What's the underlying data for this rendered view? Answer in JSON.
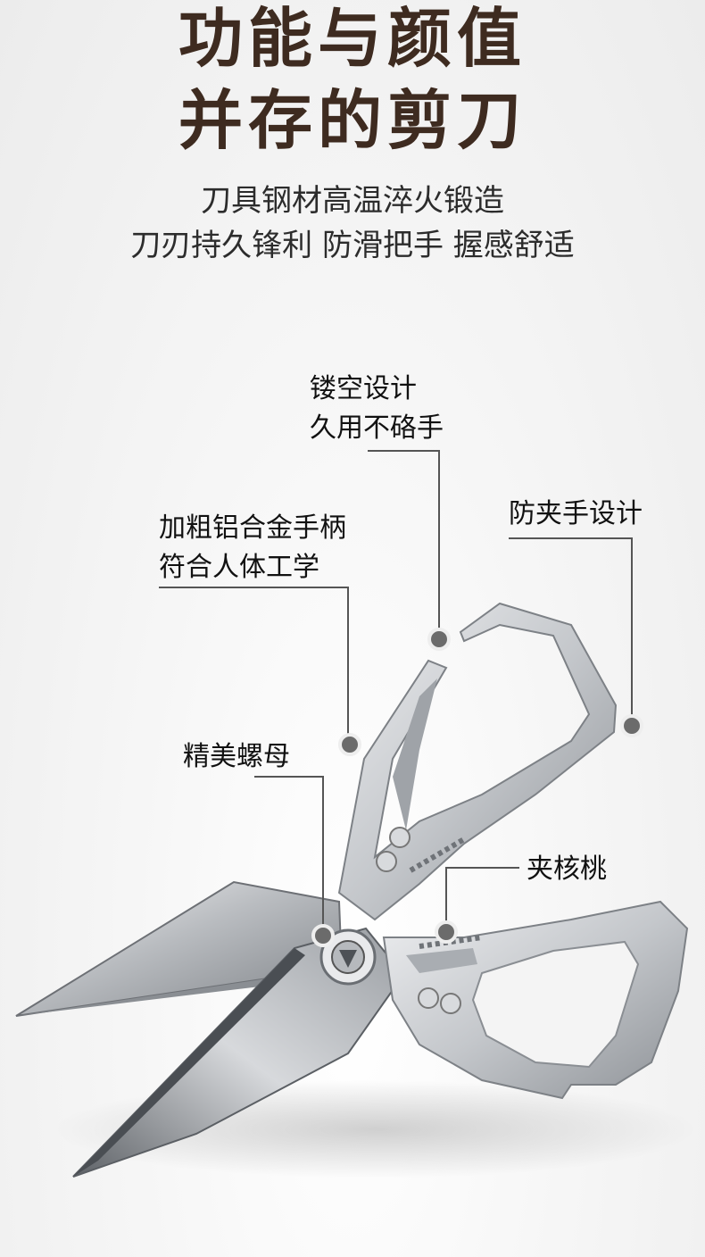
{
  "headline": {
    "line1": "功能与颜值",
    "line2": "并存的剪刀"
  },
  "subtitle": {
    "line1": "刀具钢材高温淬火锻造",
    "line2": "刀刃持久锋利 防滑把手 握感舒适"
  },
  "callouts": {
    "hollow": {
      "line1": "镂空设计",
      "line2": "久用不硌手"
    },
    "handle": {
      "line1": "加粗铝合金手柄",
      "line2": "符合人体工学"
    },
    "anti_pinch": {
      "line1": "防夹手设计"
    },
    "nut": {
      "line1": "精美螺母"
    },
    "walnut": {
      "line1": "夹核桃"
    }
  },
  "colors": {
    "title": "#3e2b20",
    "dot": "#6b6b6b",
    "line": "#555555",
    "metal": "#c9cbce"
  },
  "icons": [
    "scissors-illustration",
    "callout-dot"
  ]
}
